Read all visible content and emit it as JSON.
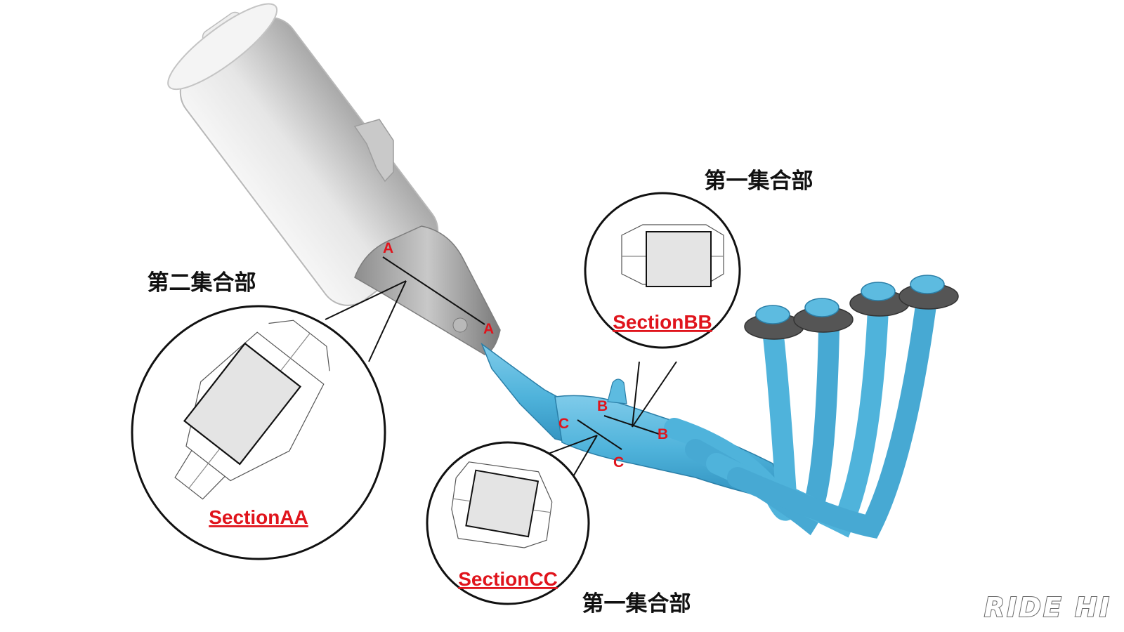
{
  "labels": {
    "first_collector_top": "第一集合部",
    "second_collector": "第二集合部",
    "first_collector_bottom": "第一集合部"
  },
  "sections": {
    "aa": "SectionAA",
    "bb": "SectionBB",
    "cc": "SectionCC"
  },
  "markers": {
    "a": "A",
    "b": "B",
    "c": "C"
  },
  "brand": "RIDE HI",
  "colors": {
    "pipe": "#4fb3db",
    "pipe_dark": "#2f8fbd",
    "muffler": "#d9d9d9",
    "accent_red": "#e0141c"
  }
}
